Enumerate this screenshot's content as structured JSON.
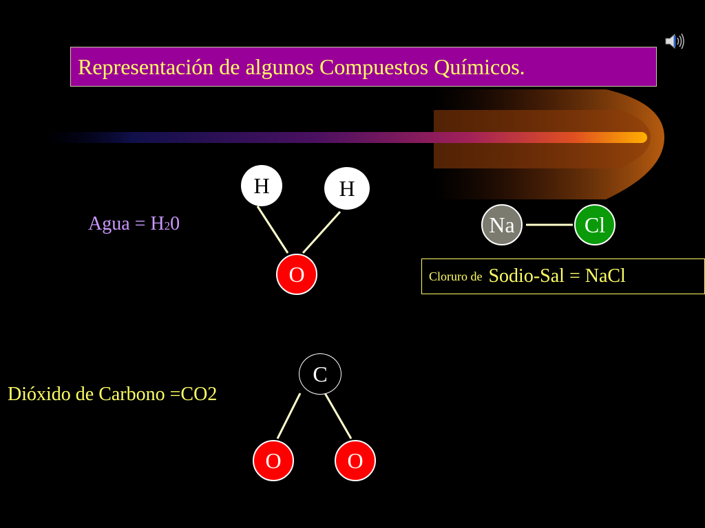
{
  "title": "Representación  de algunos Compuestos Químicos.",
  "icons": {
    "speaker": "speaker-icon"
  },
  "water": {
    "label_prefix": "Agua = H",
    "label_sub": "2",
    "label_suffix": "0",
    "atoms": [
      "H",
      "H",
      "O"
    ]
  },
  "co2": {
    "label": "Dióxido de Carbono =CO2",
    "atoms": [
      "C",
      "O",
      "O"
    ]
  },
  "nacl": {
    "atoms": [
      "Na",
      "Cl"
    ],
    "caption_small": "Cloruro de",
    "caption_big": "Sodio-Sal = NaCl"
  },
  "colors": {
    "title_bg": "#990099",
    "title_text": "#ffff66",
    "oxygen": "#ff0000",
    "sodium": "#7b7b6f",
    "chlorine": "#0a9a0a",
    "water_label": "#cc99ff"
  }
}
